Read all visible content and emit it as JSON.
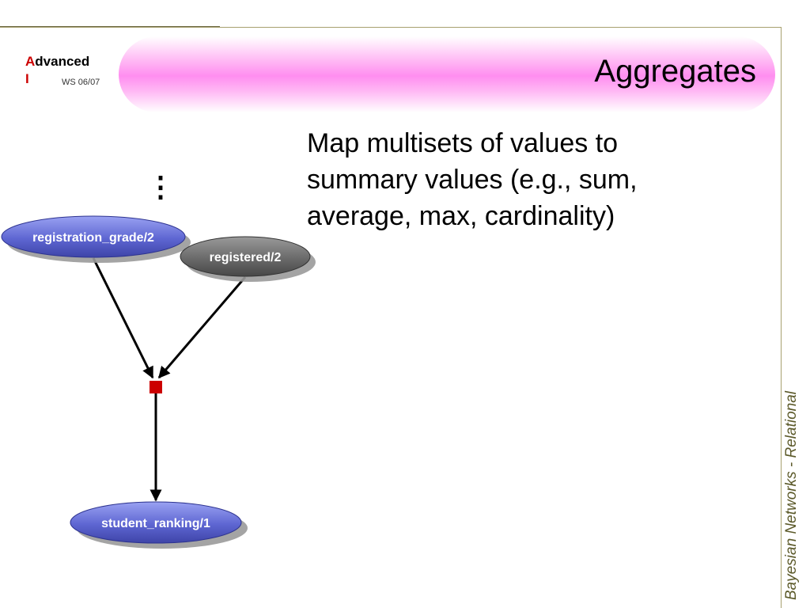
{
  "header": {
    "logo_line1_initial": "A",
    "logo_line1_rest": "dvanced",
    "logo_line2": "I",
    "term": "WS 06/07"
  },
  "title": "Aggregates",
  "body_text": "Map multisets of values to summary values (e.g., sum, average, max, cardinality)",
  "side_label": "Bayesian Networks  - Relational",
  "diagram": {
    "ellipsis": "⋮",
    "nodes": {
      "registration_grade": "registration_grade/2",
      "registered": "registered/2",
      "student_ranking": "student_ranking/1"
    }
  },
  "colors": {
    "blue_node": "#6870d8",
    "gray_node": "#707070",
    "aggregate_node": "#cc0000",
    "banner": "#ff8ef0"
  }
}
